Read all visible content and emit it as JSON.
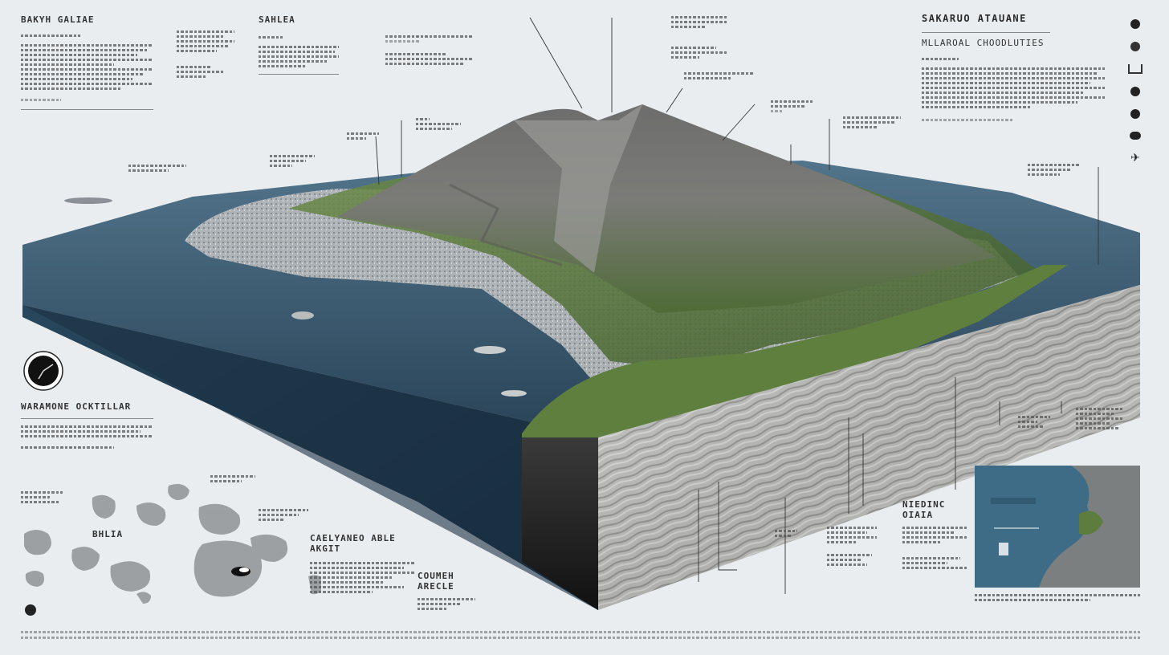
{
  "headings": {
    "top_left": "BAKYH GALIAE",
    "top_center": "SAHLEA",
    "right_title": "SAKARUO ATAUANE",
    "right_subtitle": "MLLAROAL CHOODLUTIES",
    "left_mid": "WARAMONE OCKTILLAR",
    "bottom_center": "CAELYANEO ABLE AKGIT",
    "bottom_mid": "COUMEH ARECLE",
    "bottom_right_block": "NIEDINC OIAIA",
    "bottom_left_map": "BHLIA"
  },
  "colors": {
    "background": "#e9edf0",
    "sea": "#2f4d63",
    "forest": "#5b7a3c",
    "rock": "#8e8e8c",
    "strata": "#c9c9c7"
  },
  "icons": [
    "globe-icon",
    "compass-icon",
    "book-icon",
    "pin-icon",
    "info-icon",
    "cloud-icon",
    "plane-icon"
  ]
}
